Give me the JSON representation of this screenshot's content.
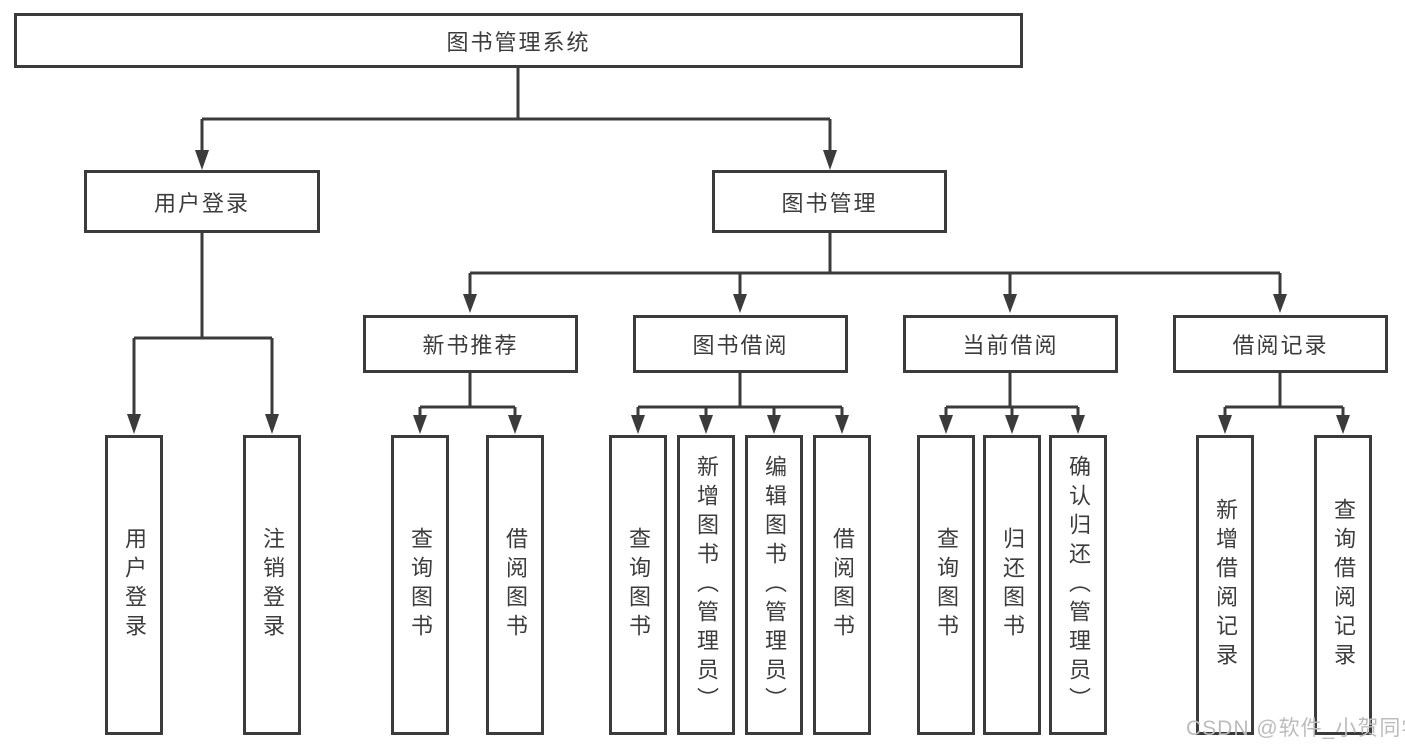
{
  "diagram": {
    "watermark": "CSDN @软件_小贺同学",
    "colors": {
      "line": "#3b3b3b",
      "text": "#3c3c3c",
      "background": "#ffffff",
      "watermark": "#bcbcbc"
    },
    "nodes": {
      "root": {
        "label": "图书管理系统"
      },
      "user_login": {
        "label": "用户登录"
      },
      "book_mgmt": {
        "label": "图书管理"
      },
      "new_book_rec": {
        "label": "新书推荐"
      },
      "book_borrow": {
        "label": "图书借阅"
      },
      "current_borrow": {
        "label": "当前借阅"
      },
      "borrow_record": {
        "label": "借阅记录"
      },
      "leaf_login": {
        "label": "用户登录"
      },
      "leaf_logout": {
        "label": "注销登录"
      },
      "leaf_rec_query": {
        "label": "查询图书"
      },
      "leaf_rec_borrow": {
        "label": "借阅图书"
      },
      "leaf_bb_query": {
        "label": "查询图书"
      },
      "leaf_bb_add": {
        "label": "新增图书（管理员）"
      },
      "leaf_bb_edit": {
        "label": "编辑图书（管理员）"
      },
      "leaf_bb_borrow": {
        "label": "借阅图书"
      },
      "leaf_cb_query": {
        "label": "查询图书"
      },
      "leaf_cb_return": {
        "label": "归还图书"
      },
      "leaf_cb_confirm": {
        "label": "确认归还（管理员）"
      },
      "leaf_br_add": {
        "label": "新增借阅记录"
      },
      "leaf_br_query": {
        "label": "查询借阅记录"
      }
    }
  }
}
